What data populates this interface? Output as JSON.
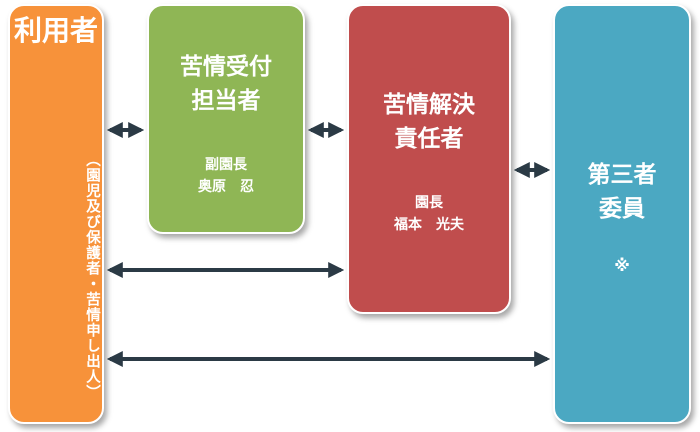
{
  "user": {
    "title": "利用者",
    "subtitle": "（園児及び保護者・苦情申し出人）"
  },
  "receiver": {
    "title_line1": "苦情受付",
    "title_line2": "担当者",
    "role": "副園長",
    "name": "奥原　忍"
  },
  "resolver": {
    "title_line1": "苦情解決",
    "title_line2": "責任者",
    "role": "園長",
    "name": "福本　光夫"
  },
  "third_party": {
    "title_line1": "第三者",
    "title_line2": "委員",
    "mark": "※"
  },
  "colors": {
    "user": "#f7923a",
    "receiver": "#8fb655",
    "resolver": "#c04d4d",
    "third_party": "#4ba8c2",
    "arrow": "#2b3a45"
  }
}
